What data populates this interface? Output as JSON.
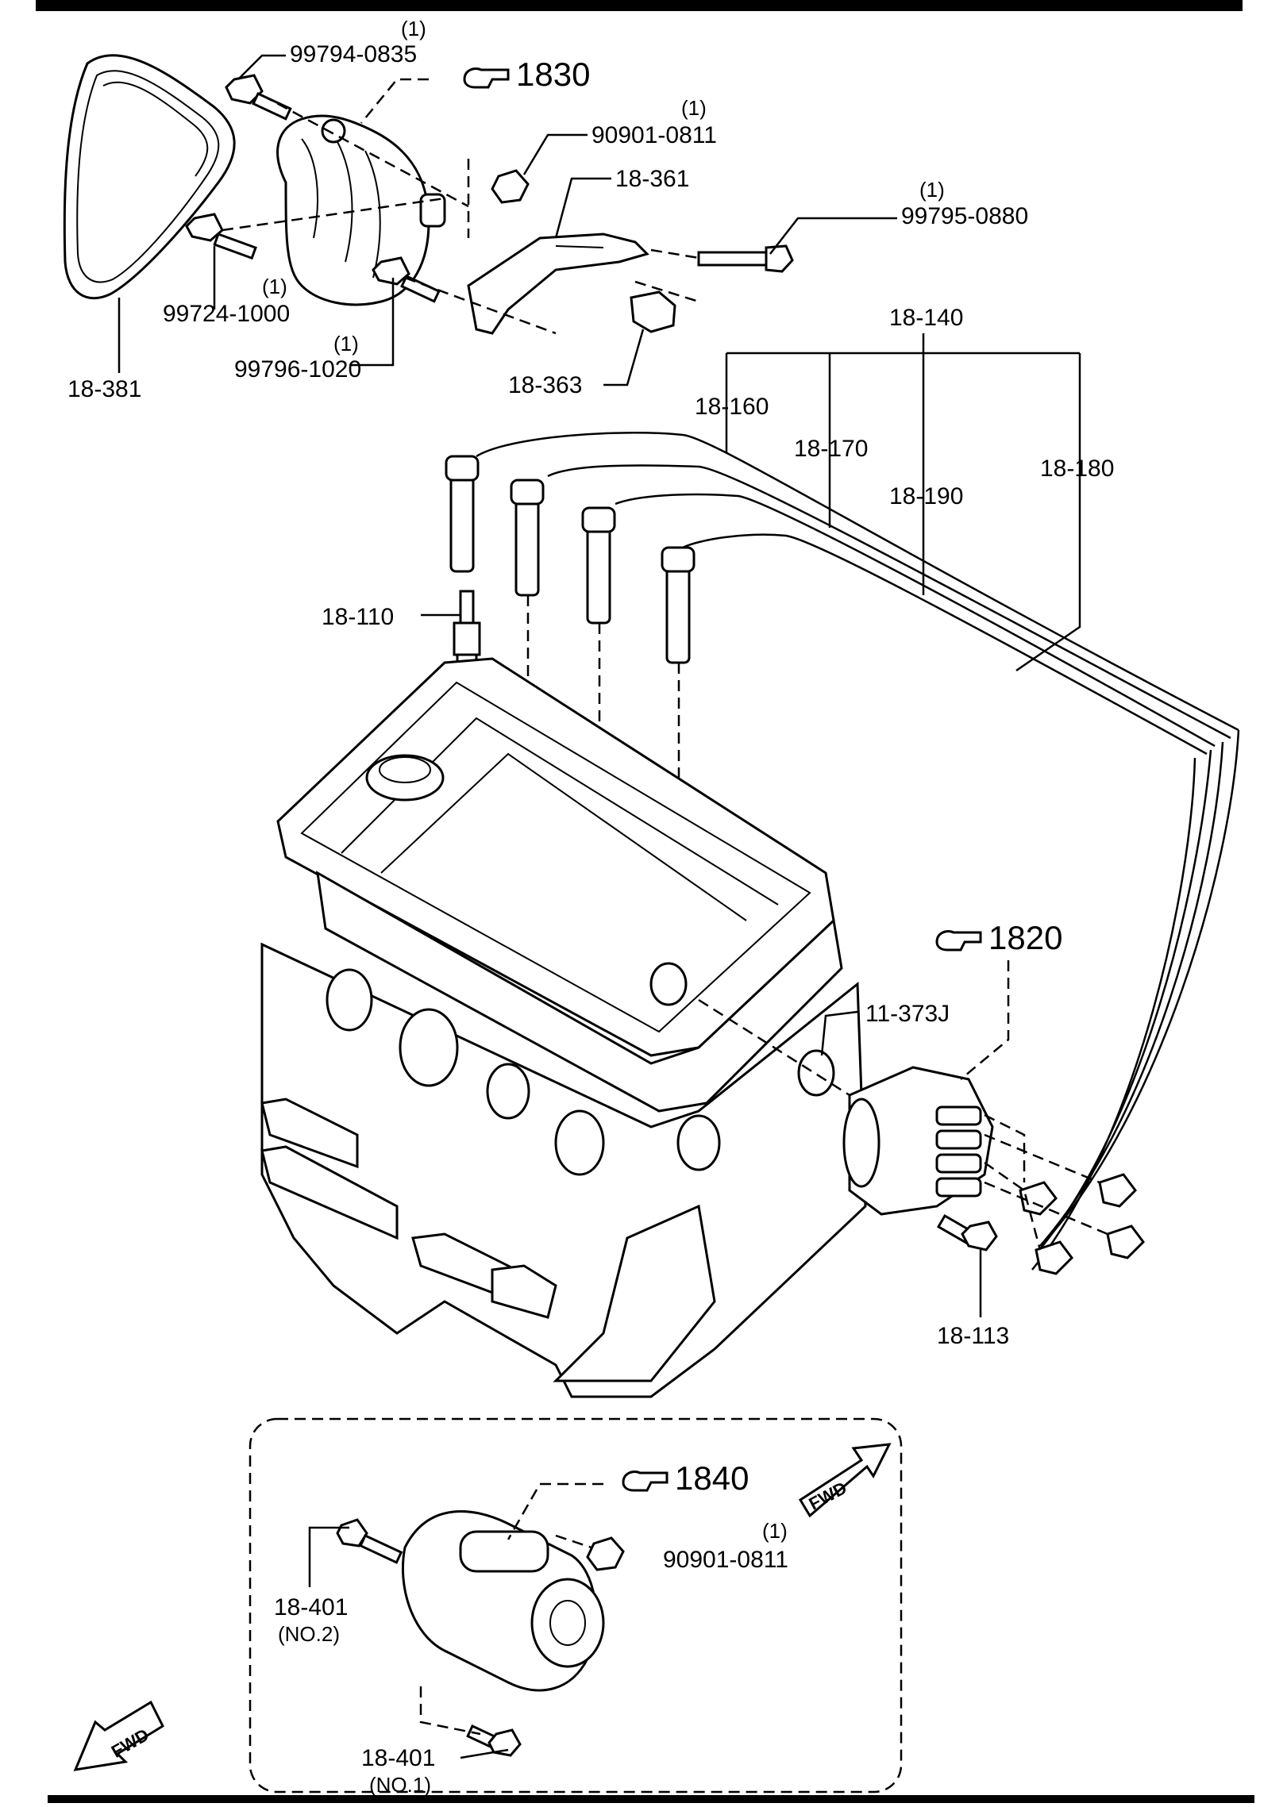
{
  "callouts": {
    "c_99794": "99794-0835",
    "q_99794": "(1)",
    "c_1830": "1830",
    "c_90901a": "90901-0811",
    "q_90901a": "(1)",
    "c_18361": "18-361",
    "c_99795": "99795-0880",
    "q_99795": "(1)",
    "c_99724": "99724-1000",
    "q_99724": "(1)",
    "c_99796": "99796-1020",
    "q_99796": "(1)",
    "c_18381": "18-381",
    "c_18363": "18-363",
    "c_18140": "18-140",
    "c_18160": "18-160",
    "c_18170": "18-170",
    "c_18190": "18-190",
    "c_18180": "18-180",
    "c_18110": "18-110",
    "c_1820": "1820",
    "c_11373": "11-373J",
    "c_18113": "18-113",
    "c_1840": "1840",
    "c_90901b": "90901-0811",
    "q_90901b": "(1)",
    "c_18401a": "18-401",
    "n_18401a": "(NO.2)",
    "c_18401b": "18-401",
    "n_18401b": "(NO.1)"
  },
  "fwd_text": "FWD",
  "fwd_text_2": "FWD"
}
